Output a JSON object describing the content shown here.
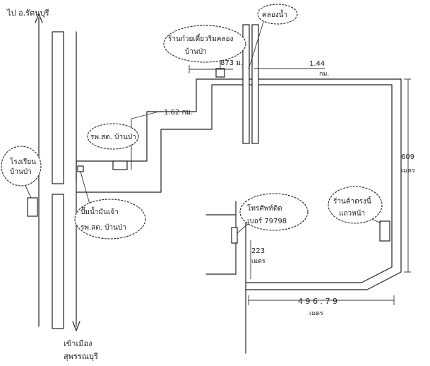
{
  "labels": {
    "to_north": "ไป อ.รัตนบุรี",
    "to_south_line1": "เข้าเมือง",
    "to_south_line2": "สุพรรณบุรี",
    "school_line1": "โรงเรียน",
    "school_line2": "บ้านป่า",
    "gas_line1": "ปั๊มน้ำมันเจ้า",
    "gas_line2": "รพ.สต. บ้านป่า",
    "hospital": "รพ.สต. บ้านป่า",
    "shop_line1": "ร้านก๋วยเตี๋ยวริมคลอง",
    "shop_line2": "บ้านป่า",
    "canal": "คลองน้ำ",
    "dist_873": "873 ม.",
    "dist_144_line1": "1.44",
    "dist_144_line2": "กม.",
    "dist_162": "1.62 กม.",
    "dist_609_line1": "609",
    "dist_609_line2": "เมตร",
    "tower_line1": "โทรศัพท์ติด",
    "tower_line2": "เบอร์ 79798",
    "dist_223_line1": "223",
    "dist_223_line2": "เมตร",
    "store_line1": "ร้านค้าตรงนี้",
    "store_line2": "แถวหน้า",
    "dist_49679": "4 9 6 . 7 9",
    "dist_49679_unit": "เมตร"
  }
}
